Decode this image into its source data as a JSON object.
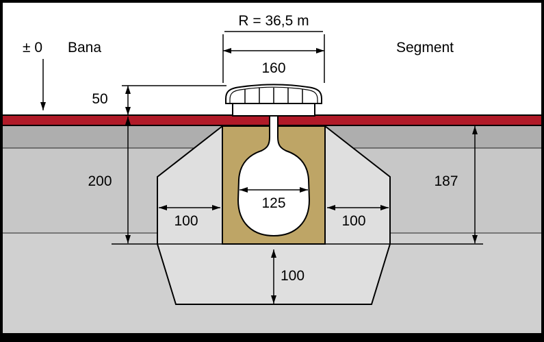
{
  "diagram": {
    "datum_label": "± 0",
    "track_label": "Bana",
    "segment_label": "Segment",
    "radius_label": "R = 36,5 m",
    "dimensions": {
      "grate_width": "160",
      "grate_height": "50",
      "depth_left": "200",
      "depth_right": "187",
      "channel_width": "125",
      "side_width_left": "100",
      "side_width_right": "100",
      "base_depth": "100"
    },
    "colors": {
      "surface_red": "#b11a28",
      "bedding_tan": "#bea566",
      "foundation_gray": "#dfdfdf",
      "subgrade_dark": "#aeaeae",
      "subgrade_mid": "#c7c7c7",
      "subgrade_light": "#d0d0d0"
    }
  }
}
